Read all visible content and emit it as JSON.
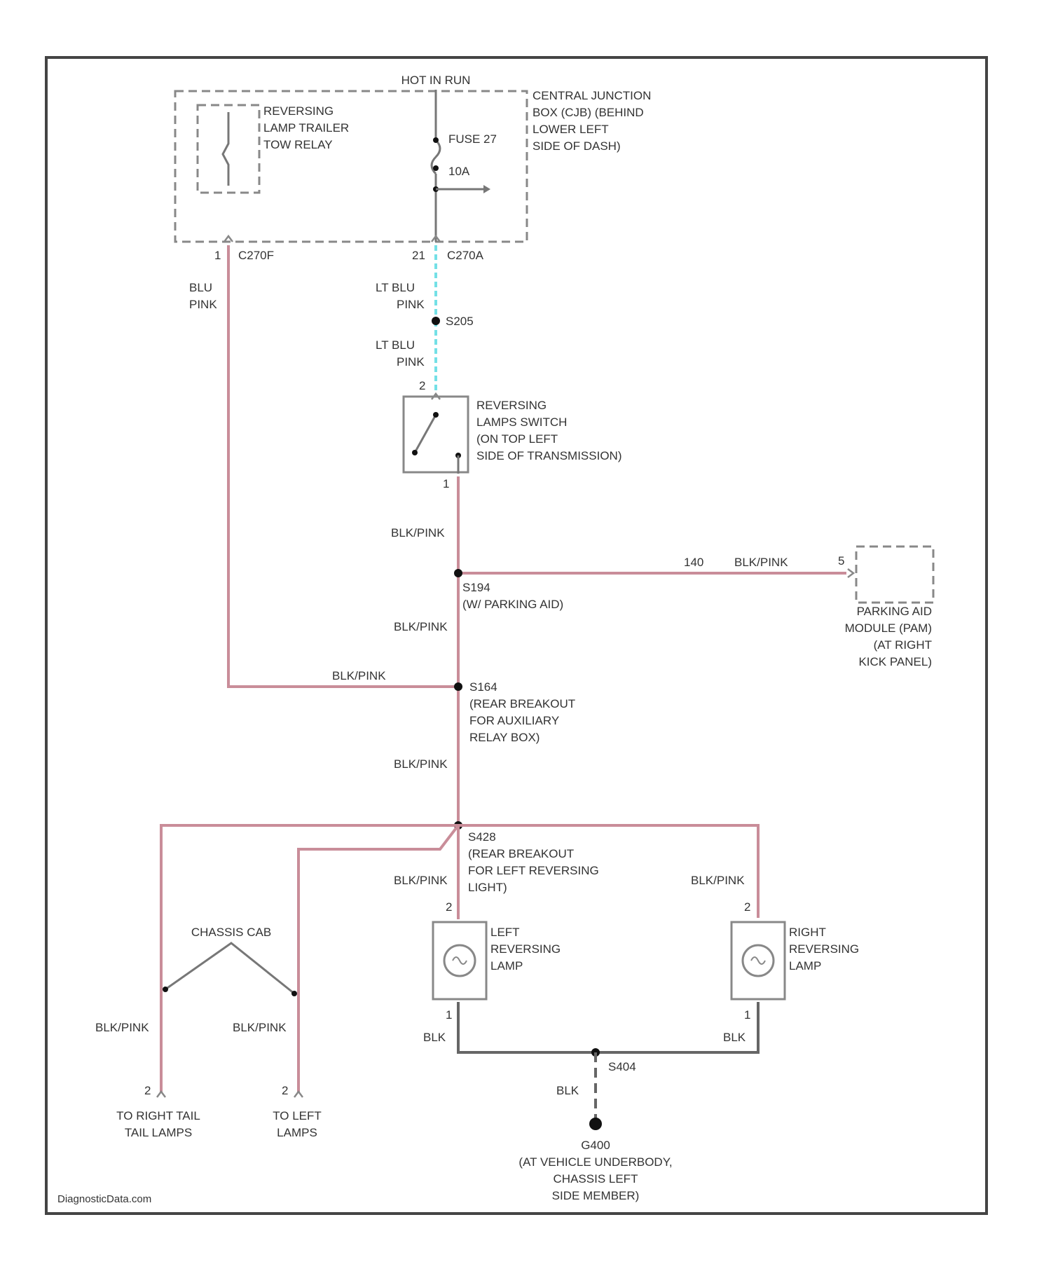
{
  "power": {
    "label": "HOT IN RUN"
  },
  "cjb": {
    "name": [
      "CENTRAL JUNCTION",
      "BOX (CJB) (BEHIND",
      "LOWER LEFT",
      "SIDE OF DASH)"
    ],
    "fuse_label": "FUSE 27",
    "fuse_rating": "10A"
  },
  "relay": {
    "name": [
      "REVERSING",
      "LAMP TRAILER",
      "TOW RELAY"
    ]
  },
  "connectors": {
    "left": {
      "pin": "1",
      "id": "C270F"
    },
    "right": {
      "pin": "21",
      "id": "C270A"
    }
  },
  "wires": {
    "blu_pink": [
      "BLU",
      "PINK"
    ],
    "lt_blu_pink": [
      "LT BLU",
      "PINK"
    ],
    "blk_pink": "BLK/PINK",
    "blk": "BLK",
    "circuit_140": "140"
  },
  "splice_s205": "S205",
  "reversing_switch": {
    "name": [
      "REVERSING",
      "LAMPS SWITCH",
      "(ON TOP LEFT",
      "SIDE OF TRANSMISSION)"
    ],
    "pin_top": "2",
    "pin_bottom": "1"
  },
  "splice_s194": {
    "id": "S194",
    "note": "(W/ PARKING AID)"
  },
  "parking_module": {
    "name": [
      "PARKING AID",
      "MODULE (PAM)",
      "(AT RIGHT",
      "KICK PANEL)"
    ],
    "pin": "5"
  },
  "splice_s164": {
    "id": "S164",
    "note": [
      "(REAR BREAKOUT",
      "FOR AUXILIARY",
      "RELAY BOX)"
    ]
  },
  "splice_s428": {
    "id": "S428",
    "note": [
      "(REAR BREAKOUT",
      "FOR LEFT REVERSING",
      "LIGHT)"
    ]
  },
  "left_lamp": {
    "name": [
      "LEFT",
      "REVERSING",
      "LAMP"
    ],
    "pin_top": "2",
    "pin_bottom": "1"
  },
  "right_lamp": {
    "name": [
      "RIGHT",
      "REVERSING",
      "LAMP"
    ],
    "pin_top": "2",
    "pin_bottom": "1"
  },
  "chassis_cab": "CHASSIS CAB",
  "to_right": {
    "pin": "2",
    "label": [
      "TO RIGHT TAIL",
      "TAIL LAMPS"
    ]
  },
  "to_left": {
    "pin": "2",
    "label": [
      "TO LEFT",
      "LAMPS"
    ]
  },
  "splice_s404": "S404",
  "ground": {
    "id": "G400",
    "label": [
      "(AT VEHICLE UNDERBODY,",
      "CHASSIS LEFT",
      "SIDE MEMBER)"
    ]
  },
  "watermark": "DiagnosticData.com",
  "colors": {
    "pink_wire": "#c98d99",
    "blue_wire": "#74e0e6",
    "gray_wire": "#666666"
  }
}
